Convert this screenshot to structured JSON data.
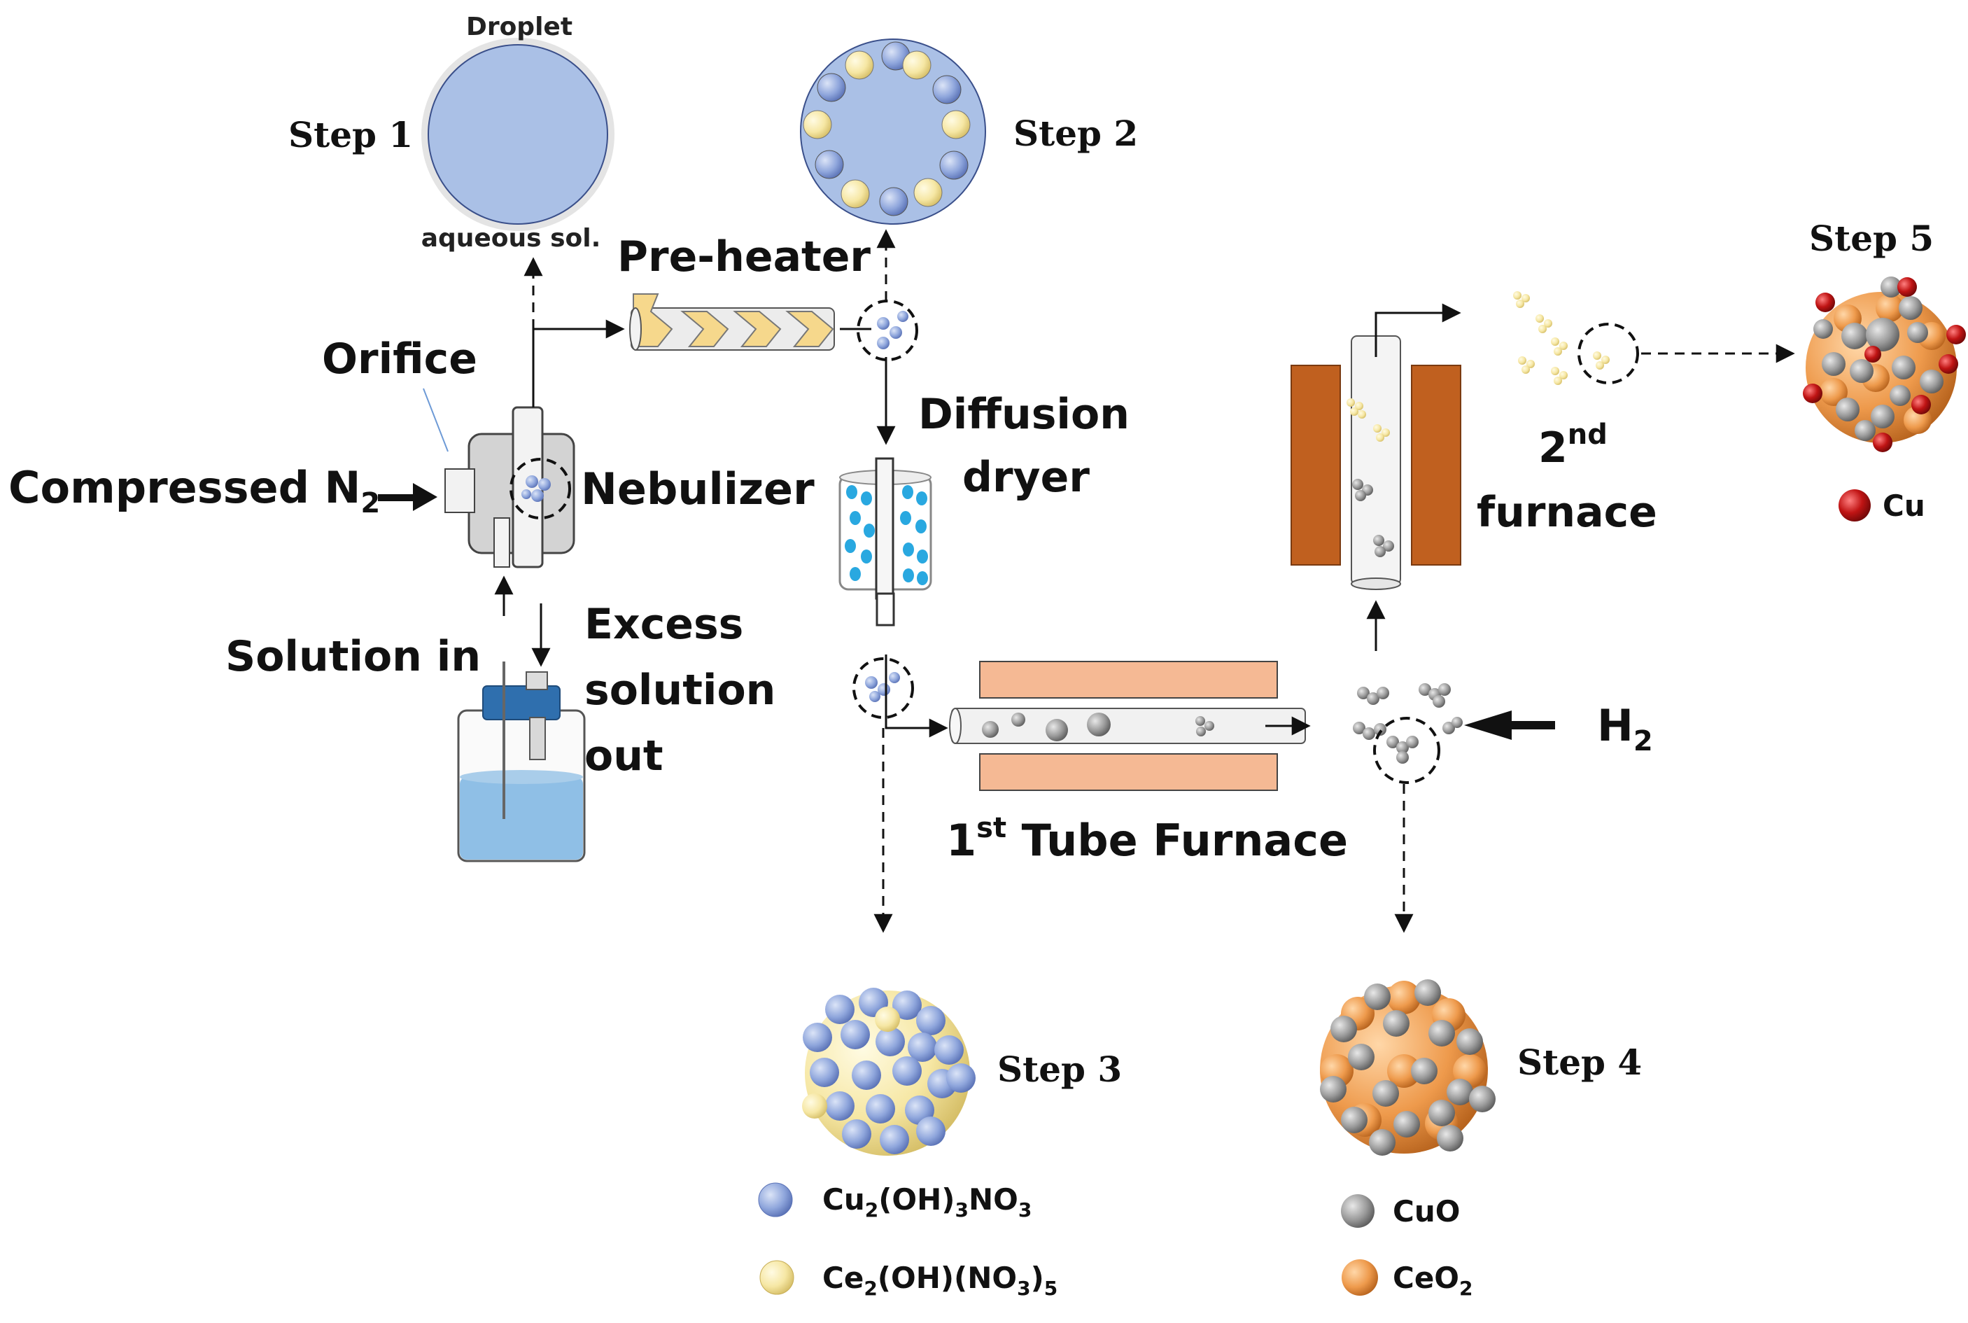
{
  "labels": {
    "droplet": "Droplet",
    "aqueous": "aqueous sol.",
    "step1": "Step 1",
    "step2": "Step 2",
    "step3": "Step 3",
    "step4": "Step 4",
    "step5": "Step 5",
    "preheater": "Pre-heater",
    "orifice": "Orifice",
    "compressed": "Compressed N",
    "compressed_sub": "2",
    "nebulizer": "Nebulizer",
    "solution_in": "Solution in",
    "excess1": "Excess",
    "excess2": "solution",
    "excess3": "out",
    "diffusion1": "Diffusion",
    "diffusion2": "dryer",
    "furnace1_pre": "1",
    "furnace1_sup": "st",
    "furnace1_post": " Tube Furnace",
    "furnace2_pre": "2",
    "furnace2_sup": "nd",
    "furnace2_post": "furnace",
    "h2": "H",
    "h2_sub": "2"
  },
  "legend": {
    "cu2_a": "Cu",
    "cu2_b": "2",
    "cu2_c": "(OH)",
    "cu2_d": "3",
    "cu2_e": "NO",
    "cu2_f": "3",
    "ce2_a": "Ce",
    "ce2_b": "2",
    "ce2_c": "(OH)(NO",
    "ce2_d": "3",
    "ce2_e": ")",
    "ce2_f": "5",
    "cuo": "CuO",
    "ceo_a": "CeO",
    "ceo_b": "2",
    "cu": "Cu"
  },
  "colors": {
    "droplet_blue": "#aac0e6",
    "particle_blue": "#8fa6dc",
    "particle_yellow": "#f6e7a4",
    "furnace_peach": "#f5b994",
    "furnace_brown": "#c0601f",
    "cuo_gray": "#8e8e8e",
    "ceo_orange": "#ee9a4c",
    "cu_red": "#c01414",
    "dryer_dot": "#29a8e0",
    "liquid": "#8fbfe6"
  }
}
